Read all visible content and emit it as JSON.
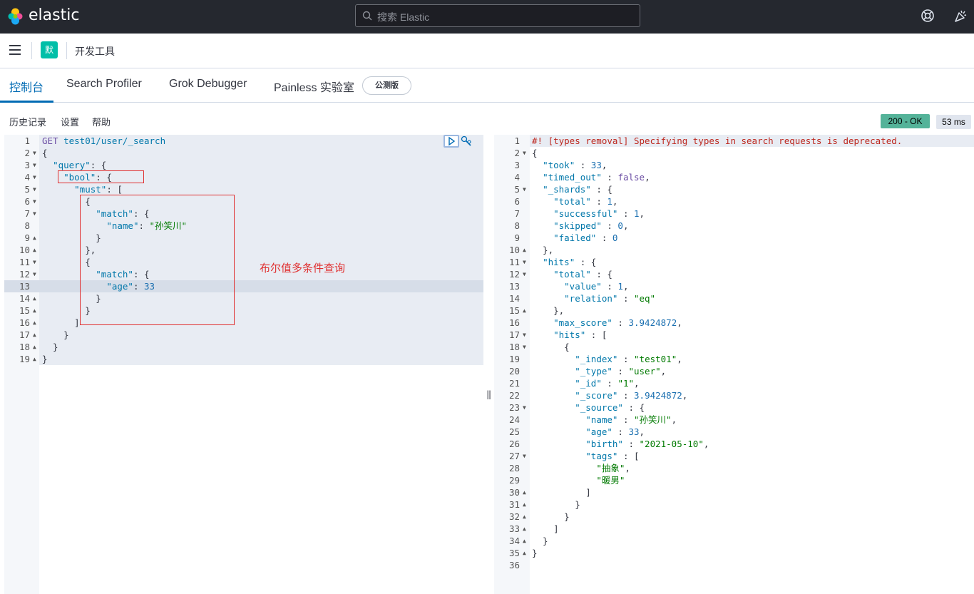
{
  "header": {
    "brand": "elastic",
    "search_placeholder": "搜索 Elastic"
  },
  "breadcrumb": {
    "space_letter": "默",
    "app_title": "开发工具"
  },
  "tabs": [
    {
      "label": "控制台",
      "active": true
    },
    {
      "label": "Search Profiler",
      "active": false
    },
    {
      "label": "Grok Debugger",
      "active": false
    },
    {
      "label": "Painless 实验室",
      "active": false
    }
  ],
  "beta_badge": "公测版",
  "toolbar": {
    "history": "历史记录",
    "settings": "设置",
    "help": "帮助",
    "status": "200 - OK",
    "time": "53 ms"
  },
  "annotation": "布尔值多条件查询",
  "request_lines": [
    "GET test01/user/_search",
    "{",
    "  \"query\": {",
    "    \"bool\": {",
    "      \"must\": [",
    "        {",
    "          \"match\": {",
    "            \"name\": \"孙笑川\"",
    "          }",
    "        },",
    "        {",
    "          \"match\": {",
    "            \"age\": 33",
    "          }",
    "        }",
    "      ]",
    "    }",
    "  }",
    "}"
  ],
  "response_lines": [
    "#! [types removal] Specifying types in search requests is deprecated.",
    "{",
    "  \"took\" : 33,",
    "  \"timed_out\" : false,",
    "  \"_shards\" : {",
    "    \"total\" : 1,",
    "    \"successful\" : 1,",
    "    \"skipped\" : 0,",
    "    \"failed\" : 0",
    "  },",
    "  \"hits\" : {",
    "    \"total\" : {",
    "      \"value\" : 1,",
    "      \"relation\" : \"eq\"",
    "    },",
    "    \"max_score\" : 3.9424872,",
    "    \"hits\" : [",
    "      {",
    "        \"_index\" : \"test01\",",
    "        \"_type\" : \"user\",",
    "        \"_id\" : \"1\",",
    "        \"_score\" : 3.9424872,",
    "        \"_source\" : {",
    "          \"name\" : \"孙笑川\",",
    "          \"age\" : 33,",
    "          \"birth\" : \"2021-05-10\",",
    "          \"tags\" : [",
    "            \"抽象\",",
    "            \"暖男\"",
    "          ]",
    "        }",
    "      }",
    "    ]",
    "  }",
    "}",
    ""
  ],
  "request_folds": [
    "",
    "down",
    "down",
    "down",
    "down",
    "down",
    "down",
    "",
    "up",
    "up",
    "down",
    "down",
    "",
    "up",
    "up",
    "up",
    "up",
    "up",
    "up"
  ],
  "response_folds": [
    "",
    "down",
    "",
    "",
    "down",
    "",
    "",
    "",
    "",
    "up",
    "down",
    "down",
    "",
    "",
    "up",
    "",
    "down",
    "down",
    "",
    "",
    "",
    "",
    "down",
    "",
    "",
    "",
    "down",
    "",
    "",
    "up",
    "up",
    "up",
    "up",
    "up",
    "up",
    ""
  ],
  "highlight_line": 13,
  "colors": {
    "top_bar": "#25282f",
    "accent": "#006bb4",
    "status_ok": "#54b399",
    "space_badge": "#00bfa8",
    "annotation_red": "#e03030"
  }
}
